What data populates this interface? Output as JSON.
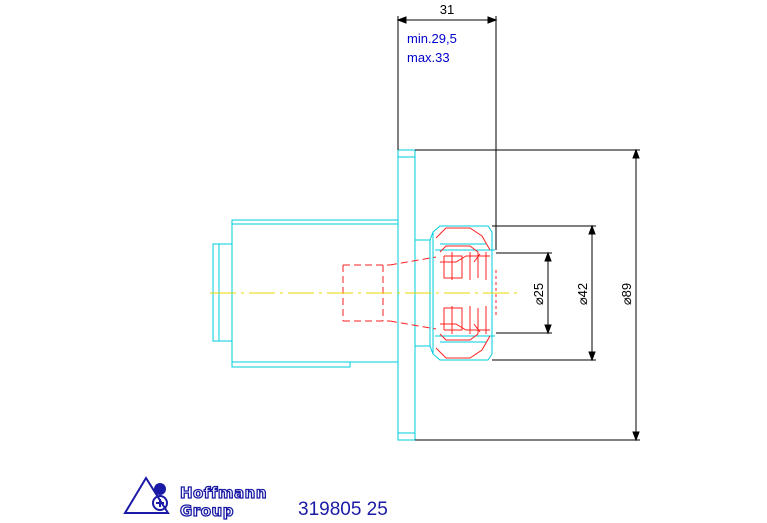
{
  "dimensions": {
    "width_top": "31",
    "min_note": "min.29,5",
    "max_note": "max.33",
    "dia_inner": "⌀25",
    "dia_mid": "⌀42",
    "dia_outer": "⌀89"
  },
  "footer": {
    "logo_line1": "Hoffmann",
    "logo_line2": "Group",
    "part_number": "319805 25"
  },
  "colors": {
    "outline": "#00ccdd",
    "hidden": "#ff2020",
    "centerline": "#e8d800",
    "dimension": "#000000",
    "note": "#0000cc",
    "brand": "#1a1aa6"
  }
}
